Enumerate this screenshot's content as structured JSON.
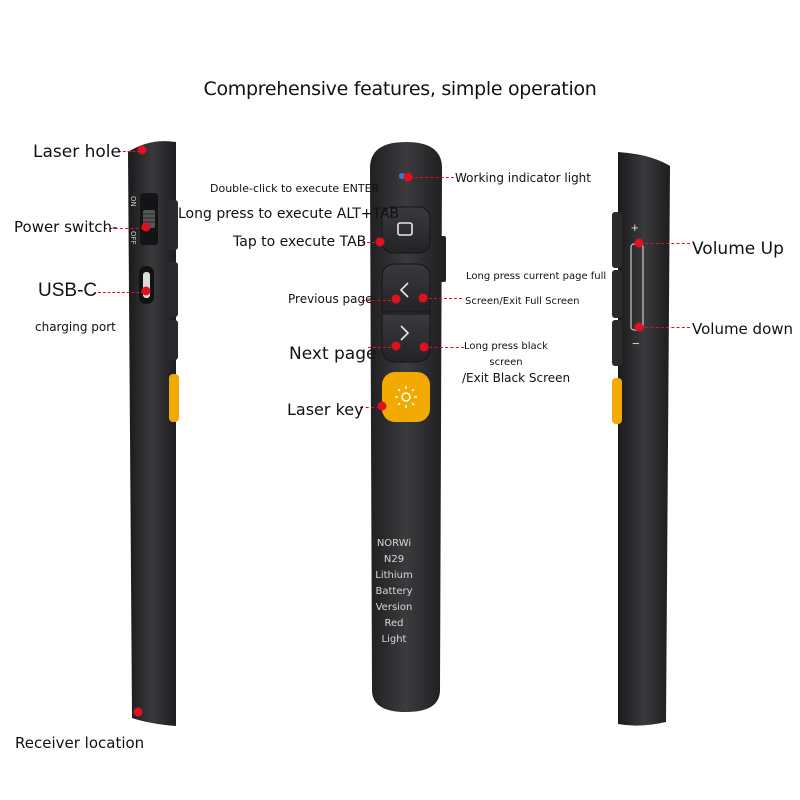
{
  "title": "Comprehensive features, simple operation",
  "labels": {
    "laser_hole": "Laser hole",
    "power_switch": "Power switch-",
    "usb_c": "USB-C",
    "charging_port": "charging port",
    "receiver_location": "Receiver location",
    "double_click": "Double-click to execute ENTER",
    "long_press_alt_tab": "Long press to execute ALT+TAB",
    "tap_tab": "Tap to execute TAB",
    "previous_page": "Previous page-",
    "next_page": "Next page",
    "laser_key": "Laser key",
    "working_indicator": "Working indicator light",
    "long_press_full_1": "Long press current page full",
    "long_press_full_2": "Screen/Exit Full Screen",
    "long_press_black_1": "Long press black",
    "long_press_black_2": "screen",
    "long_press_black_3": "/Exit Black Screen",
    "volume_up": "Volume Up",
    "volume_down": "Volume down"
  },
  "switch": {
    "on": "ON",
    "off": "OFF"
  },
  "volume_marks": {
    "plus": "+",
    "minus": "−"
  },
  "device_text": [
    "NORWi",
    "N29",
    "Lithium",
    "Battery",
    "Version",
    "Red",
    "Light"
  ],
  "colors": {
    "body": "#2b2b2d",
    "accent": "#f2a900",
    "callout": "#e01020"
  },
  "icons": [
    "square-icon",
    "chevron-left-icon",
    "chevron-right-icon",
    "sun-icon"
  ]
}
